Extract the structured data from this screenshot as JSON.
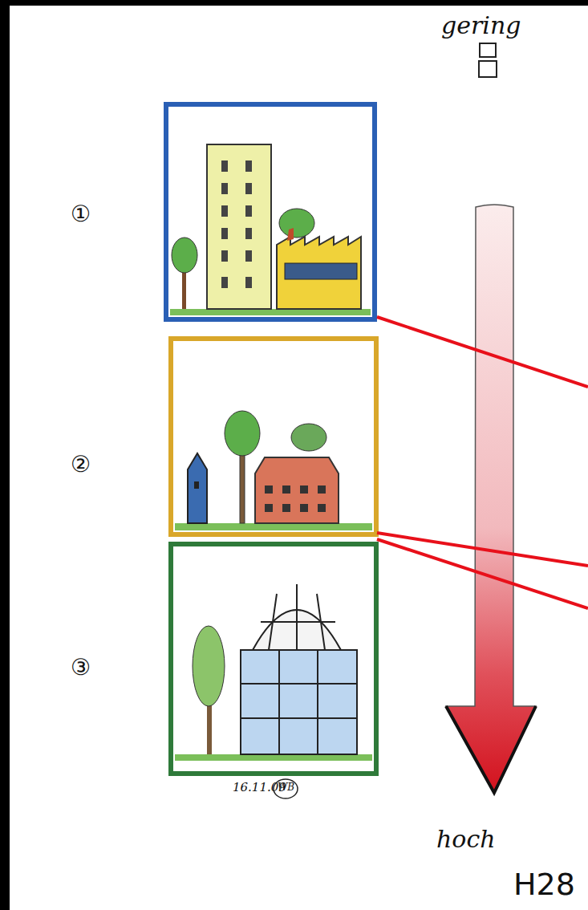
{
  "diagram": {
    "labels": [
      "gering",
      "①",
      "②",
      "③",
      "16.11.09",
      "WB",
      "hoch",
      "H28"
    ]
  }
}
